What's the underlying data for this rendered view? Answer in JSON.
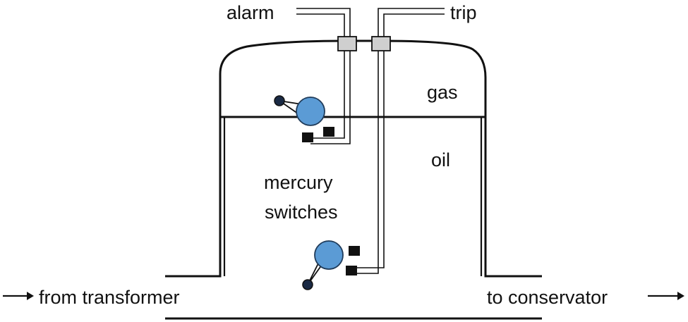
{
  "labels": {
    "alarm": "alarm",
    "trip": "trip",
    "gas": "gas",
    "oil": "oil",
    "mercury_line1": "mercury",
    "mercury_line2": "switches",
    "from_transformer": "from transformer",
    "to_conservator": "to conservator"
  },
  "colors": {
    "float": "#5b9bd5",
    "line": "#111111",
    "connector": "#cfcfcf"
  },
  "icons": {
    "inlet_arrow": "arrow-right-icon",
    "outlet_arrow": "arrow-right-icon"
  }
}
